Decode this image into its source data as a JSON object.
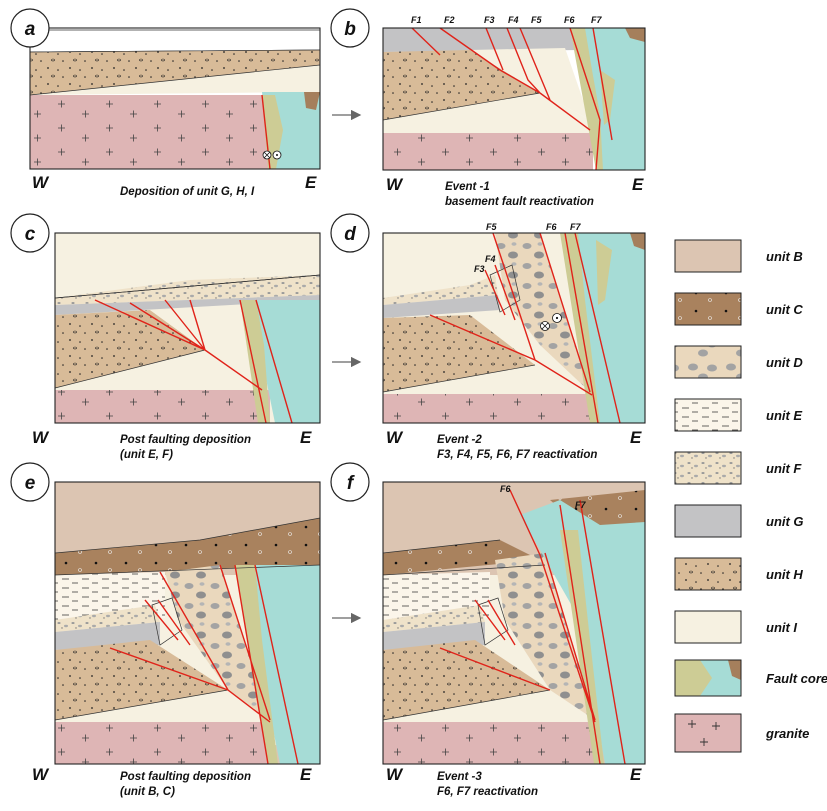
{
  "panels": [
    {
      "id": "a",
      "west": "W",
      "east": "E",
      "caption": [
        "Deposition of unit G, H, I"
      ]
    },
    {
      "id": "b",
      "west": "W",
      "east": "E",
      "caption": [
        "Event -1",
        "basement fault reactivation"
      ],
      "faults": [
        "F1",
        "F2",
        "F3",
        "F4",
        "F5",
        "F6",
        "F7"
      ]
    },
    {
      "id": "c",
      "west": "W",
      "east": "E",
      "caption": [
        "Post faulting deposition",
        "(unit E, F)"
      ]
    },
    {
      "id": "d",
      "west": "W",
      "east": "E",
      "caption": [
        "Event -2",
        "F3, F4, F5, F6, F7 reactivation"
      ],
      "faults": [
        "F3",
        "F4",
        "F5",
        "F6",
        "F7"
      ]
    },
    {
      "id": "e",
      "west": "W",
      "east": "E",
      "caption": [
        "Post faulting deposition",
        "(unit B, C)"
      ]
    },
    {
      "id": "f",
      "west": "W",
      "east": "E",
      "caption": [
        "Event -3",
        "F6, F7 reactivation"
      ],
      "faults": [
        "F6",
        "F7"
      ]
    }
  ],
  "legend": [
    {
      "key": "unit-b",
      "label": "unit B",
      "color": "#dcc5b2"
    },
    {
      "key": "unit-c",
      "label": "unit C",
      "color": "#a9825e"
    },
    {
      "key": "unit-d",
      "label": "unit D",
      "color": "#ead8bd"
    },
    {
      "key": "unit-e",
      "label": "unit E",
      "color": "#fbf5ea"
    },
    {
      "key": "unit-f",
      "label": "unit F",
      "color": "#efe2c9"
    },
    {
      "key": "unit-g",
      "label": "unit G",
      "color": "#c3c3c5"
    },
    {
      "key": "unit-h",
      "label": "unit H",
      "color": "#d8bb98"
    },
    {
      "key": "unit-i",
      "label": "unit I",
      "color": "#f6f1e1"
    },
    {
      "key": "fault-core",
      "label": "Fault core",
      "color": "#cdcc95"
    },
    {
      "key": "granite",
      "label": "granite",
      "color": "#deb5b5"
    }
  ],
  "colors": {
    "fault": "#e0231a",
    "water": "#a6dcd6",
    "arrow": "#666666"
  }
}
